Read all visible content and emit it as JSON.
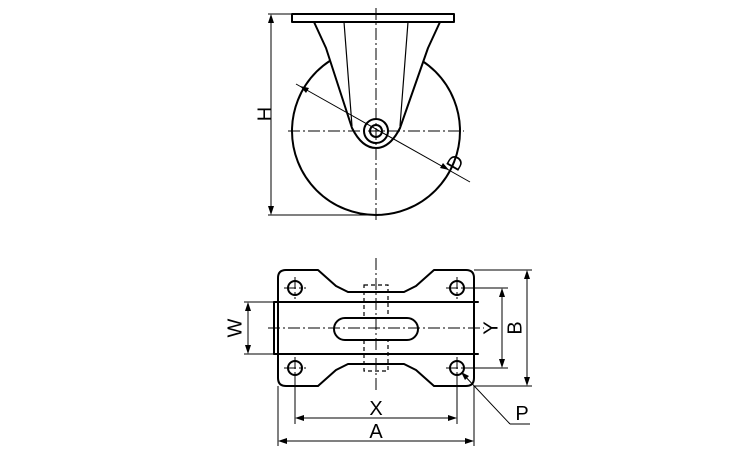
{
  "diagram": {
    "labels": {
      "height": "H",
      "diameter": "D",
      "width": "W",
      "hole_pitch_x": "X",
      "hole_pitch_y": "Y",
      "plate_length": "A",
      "plate_width": "B",
      "hole_dia": "P"
    }
  }
}
